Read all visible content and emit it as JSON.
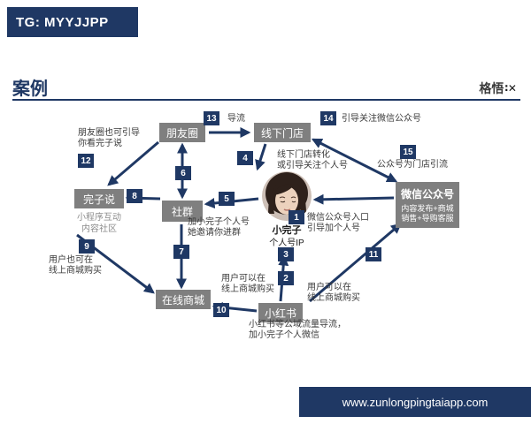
{
  "colors": {
    "navy": "#1f3864",
    "box_gray": "#7f7f7f"
  },
  "tg_banner": {
    "text": "TG: MYYJJPP"
  },
  "header": {
    "title": "案例",
    "brand": "格悟",
    "brand_mark": "∶✕"
  },
  "footer": {
    "url": "www.zunlongpingtaiapp.com"
  },
  "nodes": {
    "moments": {
      "label": "朋友圈"
    },
    "offline_store": {
      "label": "线下门店"
    },
    "wanzi_says": {
      "label": "完子说",
      "sub": "小程序互动\n内容社区"
    },
    "community": {
      "label": "社群"
    },
    "wechat_official": {
      "label": "微信公众号",
      "sub": "内容发布+商城\n销售+导购客服"
    },
    "online_mall": {
      "label": "在线商城"
    },
    "xiaohongshu": {
      "label": "小红书"
    },
    "persona": {
      "name": "小完子",
      "role": "个人号IP"
    }
  },
  "badges": {
    "n1": "1",
    "n2": "2",
    "n3": "3",
    "n4": "4",
    "n5": "5",
    "n6": "6",
    "n7": "7",
    "n8": "8",
    "n9": "9",
    "n10": "10",
    "n11": "11",
    "n12": "12",
    "n13": "13",
    "n14": "14",
    "n15": "15"
  },
  "annotations": {
    "flow13": "导流",
    "flow14": "引导关注微信公众号",
    "flow15": "公众号为门店引流",
    "flow12": "朋友圈也可引导\n你看完子说",
    "flow4": "线下门店转化\n或引导关注个人号",
    "flow5": "加小完子个人号\n她邀请你进群",
    "flow1": "微信公众号入口\n引导加个人号",
    "flow9": "用户也可在\n线上商城购买",
    "flow2": "用户可以在\n线上商城购买",
    "flow11": "用户可以在\n线上商城购买",
    "flow10": "小红书等公域流量导流，\n加小完子个人微信"
  },
  "edges": [
    {
      "badge": "13",
      "from": "朋友圈",
      "to": "线下门店"
    },
    {
      "badge": "14",
      "from": "线下门店",
      "to": "微信公众号"
    },
    {
      "badge": "15",
      "from": "微信公众号",
      "to": "线下门店"
    },
    {
      "badge": "12",
      "from": "朋友圈",
      "to": "完子说"
    },
    {
      "badge": "6",
      "from": "朋友圈",
      "to": "社群"
    },
    {
      "badge": "4",
      "from": "线下门店",
      "to": "小完子"
    },
    {
      "badge": "5",
      "from": "小完子",
      "to": "社群"
    },
    {
      "badge": "8",
      "from": "社群",
      "to": "完子说"
    },
    {
      "badge": "1",
      "from": "微信公众号",
      "to": "小完子"
    },
    {
      "badge": "3",
      "from": "小红书",
      "to": "小完子"
    },
    {
      "badge": "2",
      "from": "小完子",
      "to": "小红书"
    },
    {
      "badge": "7",
      "from": "社群",
      "to": "在线商城"
    },
    {
      "badge": "9",
      "from": "完子说",
      "to": "在线商城"
    },
    {
      "badge": "10",
      "from": "小红书",
      "to": "在线商城"
    },
    {
      "badge": "11",
      "from": "小红书",
      "to": "微信公众号"
    }
  ]
}
